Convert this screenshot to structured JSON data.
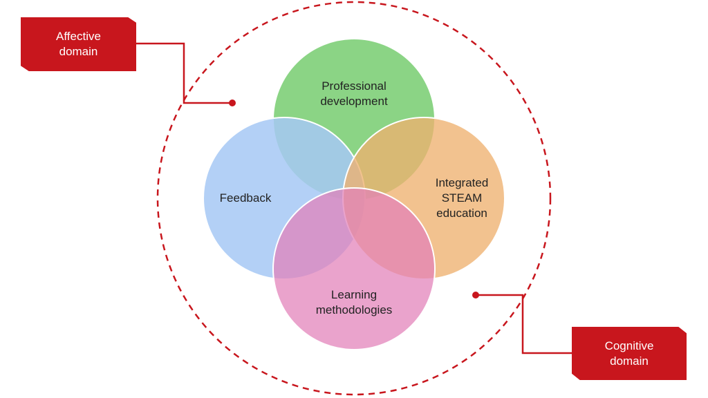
{
  "domains": {
    "affective": {
      "label": "Affective\ndomain"
    },
    "cognitive": {
      "label": "Cognitive\ndomain"
    }
  },
  "circles": {
    "professional_development": {
      "label": "Professional\ndevelopment",
      "color": "#7ecf78"
    },
    "feedback": {
      "label": "Feedback",
      "color": "#a6c8f4"
    },
    "integrated_steam": {
      "label": "Integrated\nSTEAM\neducation",
      "color": "#f2bd86"
    },
    "learning_methodologies": {
      "label": "Learning\nmethodologies",
      "color": "#e48dc0"
    }
  },
  "colors": {
    "accent_red": "#c8161d",
    "dashed_ring": "#c8161d"
  }
}
